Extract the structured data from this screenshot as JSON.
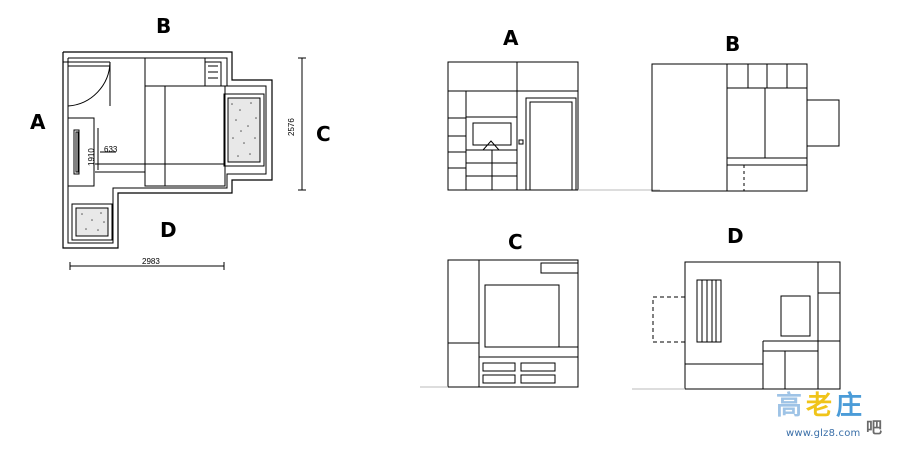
{
  "plan": {
    "labels": {
      "top": "B",
      "left": "A",
      "right": "C",
      "bottom": "D"
    },
    "dims": {
      "width": "2983",
      "height": "2576",
      "d1": "1910",
      "d2": "633"
    }
  },
  "elevations": {
    "a": {
      "label": "A"
    },
    "b": {
      "label": "B"
    },
    "c": {
      "label": "C"
    },
    "d": {
      "label": "D"
    }
  },
  "watermark": {
    "url": "www.glz8.com",
    "glyphs": [
      "高",
      "老",
      "庄",
      "吧"
    ],
    "colors": [
      "#9ec3e6",
      "#f0c419",
      "#4b9cd8",
      "#6a6a6a"
    ]
  }
}
